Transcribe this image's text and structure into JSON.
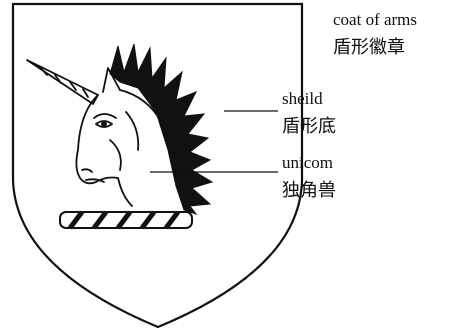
{
  "labels": {
    "coat_of_arms": {
      "en": "coat of arms",
      "zh": "盾形徽章"
    },
    "shield": {
      "en": "sheild",
      "zh": "盾形底"
    },
    "unicorn": {
      "en": "unicom",
      "zh": "独角兽"
    }
  }
}
